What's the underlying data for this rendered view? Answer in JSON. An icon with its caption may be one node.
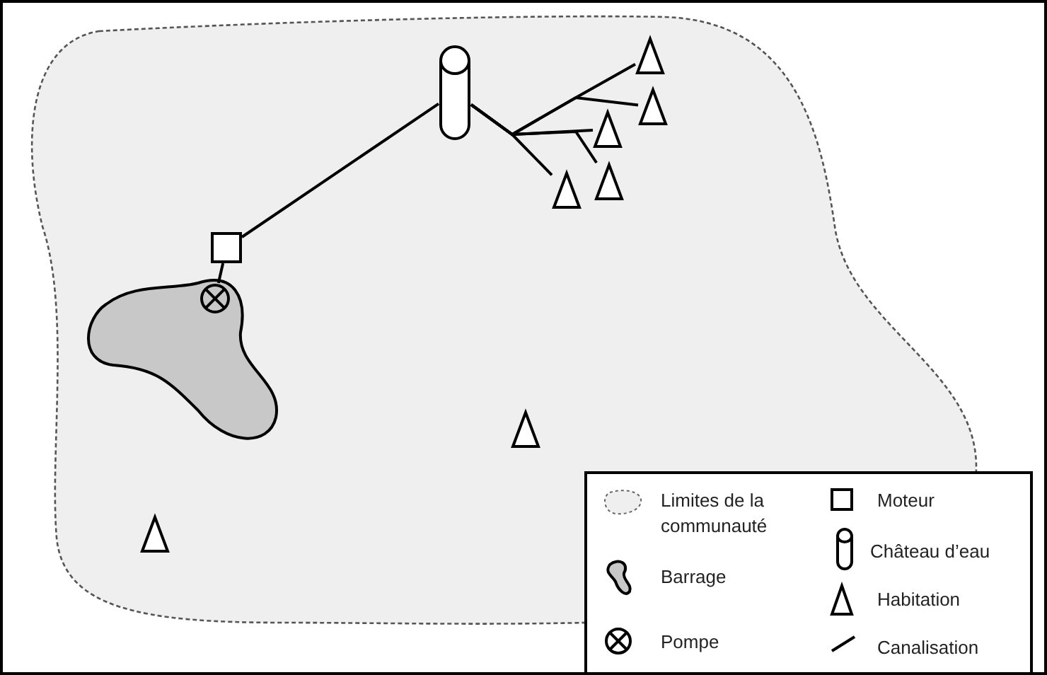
{
  "diagram": {
    "nodes": [
      {
        "text": [],
        "shape": "cloud"
      },
      {
        "text": [],
        "shape": "lake",
        "in": 0
      },
      {
        "text": [],
        "shape": "circle",
        "in": 1
      },
      {
        "text": [],
        "shape": "box",
        "in": 0
      },
      {
        "text": [],
        "shape": "cylinder",
        "in": 0
      },
      {
        "text": [],
        "shape": "triangle",
        "in": 0
      },
      {
        "text": [],
        "shape": "triangle",
        "in": 0
      },
      {
        "text": [],
        "shape": "triangle",
        "in": 0
      },
      {
        "text": [],
        "shape": "triangle",
        "in": 0
      },
      {
        "text": [],
        "shape": "triangle",
        "in": 0
      },
      {
        "text": [],
        "shape": "triangle",
        "in": 0
      },
      {
        "text": [],
        "shape": "triangle",
        "in": 0
      }
    ],
    "edges": [
      {
        "from": 2,
        "to": 3,
        "arrow": "none"
      },
      {
        "from": 3,
        "to": 4,
        "arrow": "none"
      },
      {
        "from": 4,
        "to": 5,
        "arrow": "none"
      },
      {
        "from": 4,
        "to": 6,
        "arrow": "none"
      },
      {
        "from": 4,
        "to": 7,
        "arrow": "none"
      },
      {
        "from": 4,
        "to": 8,
        "arrow": "none"
      },
      {
        "from": 4,
        "to": 9,
        "arrow": "none"
      }
    ],
    "legend": [
      {
        "text": "Limites de la communauté"
      },
      {
        "text": "Barrage"
      },
      {
        "text": "Pompe"
      },
      {
        "text": "Moteur"
      },
      {
        "text": "Château d’eau"
      },
      {
        "text": "Habitation"
      },
      {
        "text": "Canalisation"
      }
    ]
  }
}
